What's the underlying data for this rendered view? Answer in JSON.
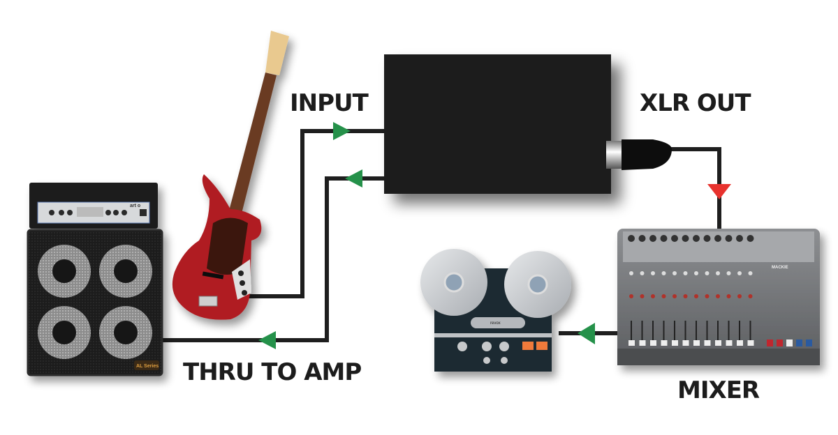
{
  "diagram": {
    "title": "DI box signal routing",
    "labels": {
      "input": "INPUT",
      "xlr_out": "XLR OUT",
      "thru_to_amp": "THRU TO AMP",
      "mixer": "MIXER"
    },
    "devices": {
      "amp_head_brand": "art o",
      "cabinet_badge": "AL Series",
      "mixer_brand": "MACKIE",
      "tape_brand": "revox"
    },
    "colors": {
      "cable": "#1e1e1e",
      "arrow_green": "#25914a",
      "arrow_red": "#e8322e",
      "box": "#1a1a1a",
      "text": "#1c1c1c"
    },
    "connections": [
      {
        "from": "bass-guitar",
        "to": "di-box",
        "label": "INPUT",
        "arrow": "green"
      },
      {
        "from": "di-box",
        "to": "bass-amp",
        "label": "THRU TO AMP",
        "arrow": "green"
      },
      {
        "from": "di-box",
        "to": "mixer",
        "label": "XLR OUT",
        "arrow": "red"
      },
      {
        "from": "mixer",
        "to": "tape-recorder",
        "label": "",
        "arrow": "green"
      }
    ]
  }
}
